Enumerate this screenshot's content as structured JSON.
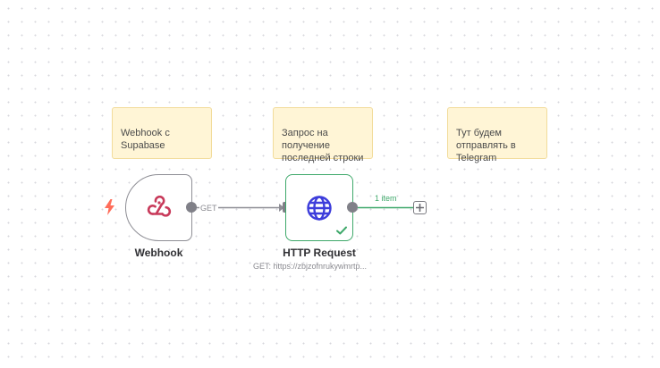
{
  "stickies": [
    {
      "id": "webhook-note",
      "text": "Webhook с\nSupabase"
    },
    {
      "id": "request-note",
      "text": "Запрос на\nполучение\nпоследней строки"
    },
    {
      "id": "telegram-note",
      "text": "Тут будем\nотправлять в\nTelegram"
    }
  ],
  "nodes": {
    "webhook": {
      "label": "Webhook",
      "icon": "webhook-icon",
      "trigger_icon": "bolt-icon"
    },
    "http_request": {
      "label": "HTTP Request",
      "subtitle": "GET: https://zbjzofnrukywmrtp...",
      "icon": "globe-icon",
      "status_icon": "check-icon"
    }
  },
  "connections": {
    "webhook_to_http": {
      "label": "GET"
    },
    "http_output": {
      "label": "1 item"
    }
  },
  "add_node": {
    "icon": "plus-icon"
  },
  "colors": {
    "webhook_brand": "#c83a5a",
    "trigger": "#ff6d5a",
    "globe": "#3d3ddb",
    "success": "#3ea86a",
    "sticky_bg": "#fff5d6",
    "edge_gray": "#8e8e95"
  }
}
